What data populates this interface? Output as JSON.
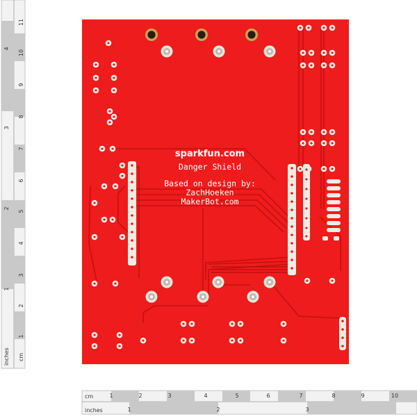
{
  "board": {
    "brand": "sparkfun.com",
    "name": "Danger Shield",
    "credit_line1": "Based on design by:",
    "credit_line2": "ZachHoeken",
    "credit_line3": "MakerBot.com",
    "color": "#ee1c1c"
  },
  "bottom_ruler": {
    "unit_cm": "cm",
    "unit_inches": "inches",
    "cm_ticks": [
      "1",
      "2",
      "3",
      "4",
      "5",
      "6",
      "7",
      "8",
      "9",
      "10"
    ],
    "inch_ticks": [
      "1",
      "2",
      "3"
    ]
  },
  "left_ruler": {
    "unit_cm": "cm",
    "unit_inches": "inches",
    "cm_ticks": [
      "1",
      "2",
      "3",
      "4",
      "5",
      "6",
      "7",
      "8",
      "9",
      "10",
      "11"
    ],
    "inch_ticks": [
      "1",
      "2",
      "3",
      "4"
    ]
  }
}
